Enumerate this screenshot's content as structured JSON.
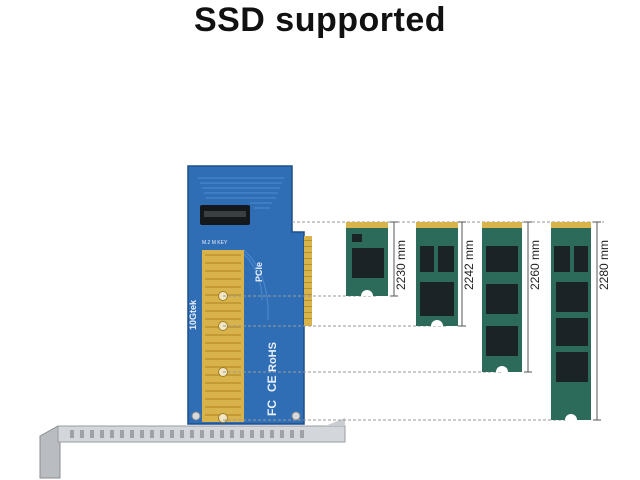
{
  "title": "SSD supported",
  "card": {
    "brand": "10Gtek",
    "slot_label": "M.2 M KEY",
    "pcie_logo": "PCIe",
    "marks": [
      "FC",
      "CE",
      "RoHS"
    ]
  },
  "ssd_sizes": [
    {
      "label": "2230 mm"
    },
    {
      "label": "2242 mm"
    },
    {
      "label": "2260 mm"
    },
    {
      "label": "2280 mm"
    }
  ],
  "colors": {
    "pcb": "#2f6db5",
    "pcb_edge": "#1d4f8c",
    "ssd": "#2c6b5a",
    "ssd_chip": "#1c2326",
    "gold": "#d8b24a",
    "bracket": "#c9ccd0"
  }
}
